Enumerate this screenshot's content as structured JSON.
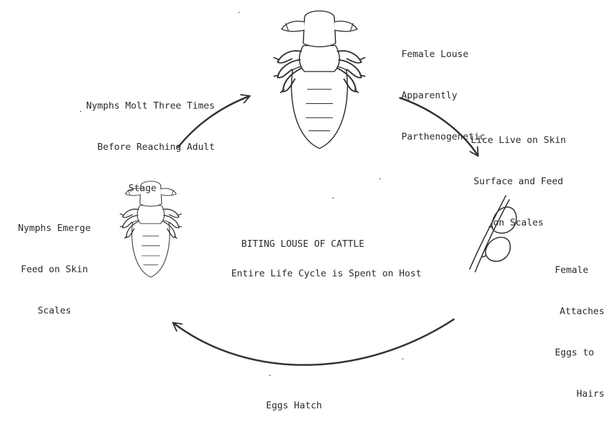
{
  "diagram": {
    "title": "BITING LOUSE OF CATTLE",
    "subtitle": "Entire Life Cycle is Spent on Host",
    "stages": {
      "adult_female": [
        "Female Louse",
        "Apparently",
        "Parthenogenetic"
      ],
      "feeding": [
        "Lice Live on Skin",
        "Surface and Feed",
        "on Scales"
      ],
      "egg_laying": [
        "Female",
        "Attaches",
        "Eggs to",
        "Hairs"
      ],
      "hatching": [
        "Eggs Hatch"
      ],
      "nymph_emergence": [
        "Nymphs Emerge",
        "Feed on Skin",
        "Scales"
      ],
      "molting": [
        "Nymphs Molt Three Times",
        "Before Reaching Adult",
        "Stage"
      ]
    }
  }
}
